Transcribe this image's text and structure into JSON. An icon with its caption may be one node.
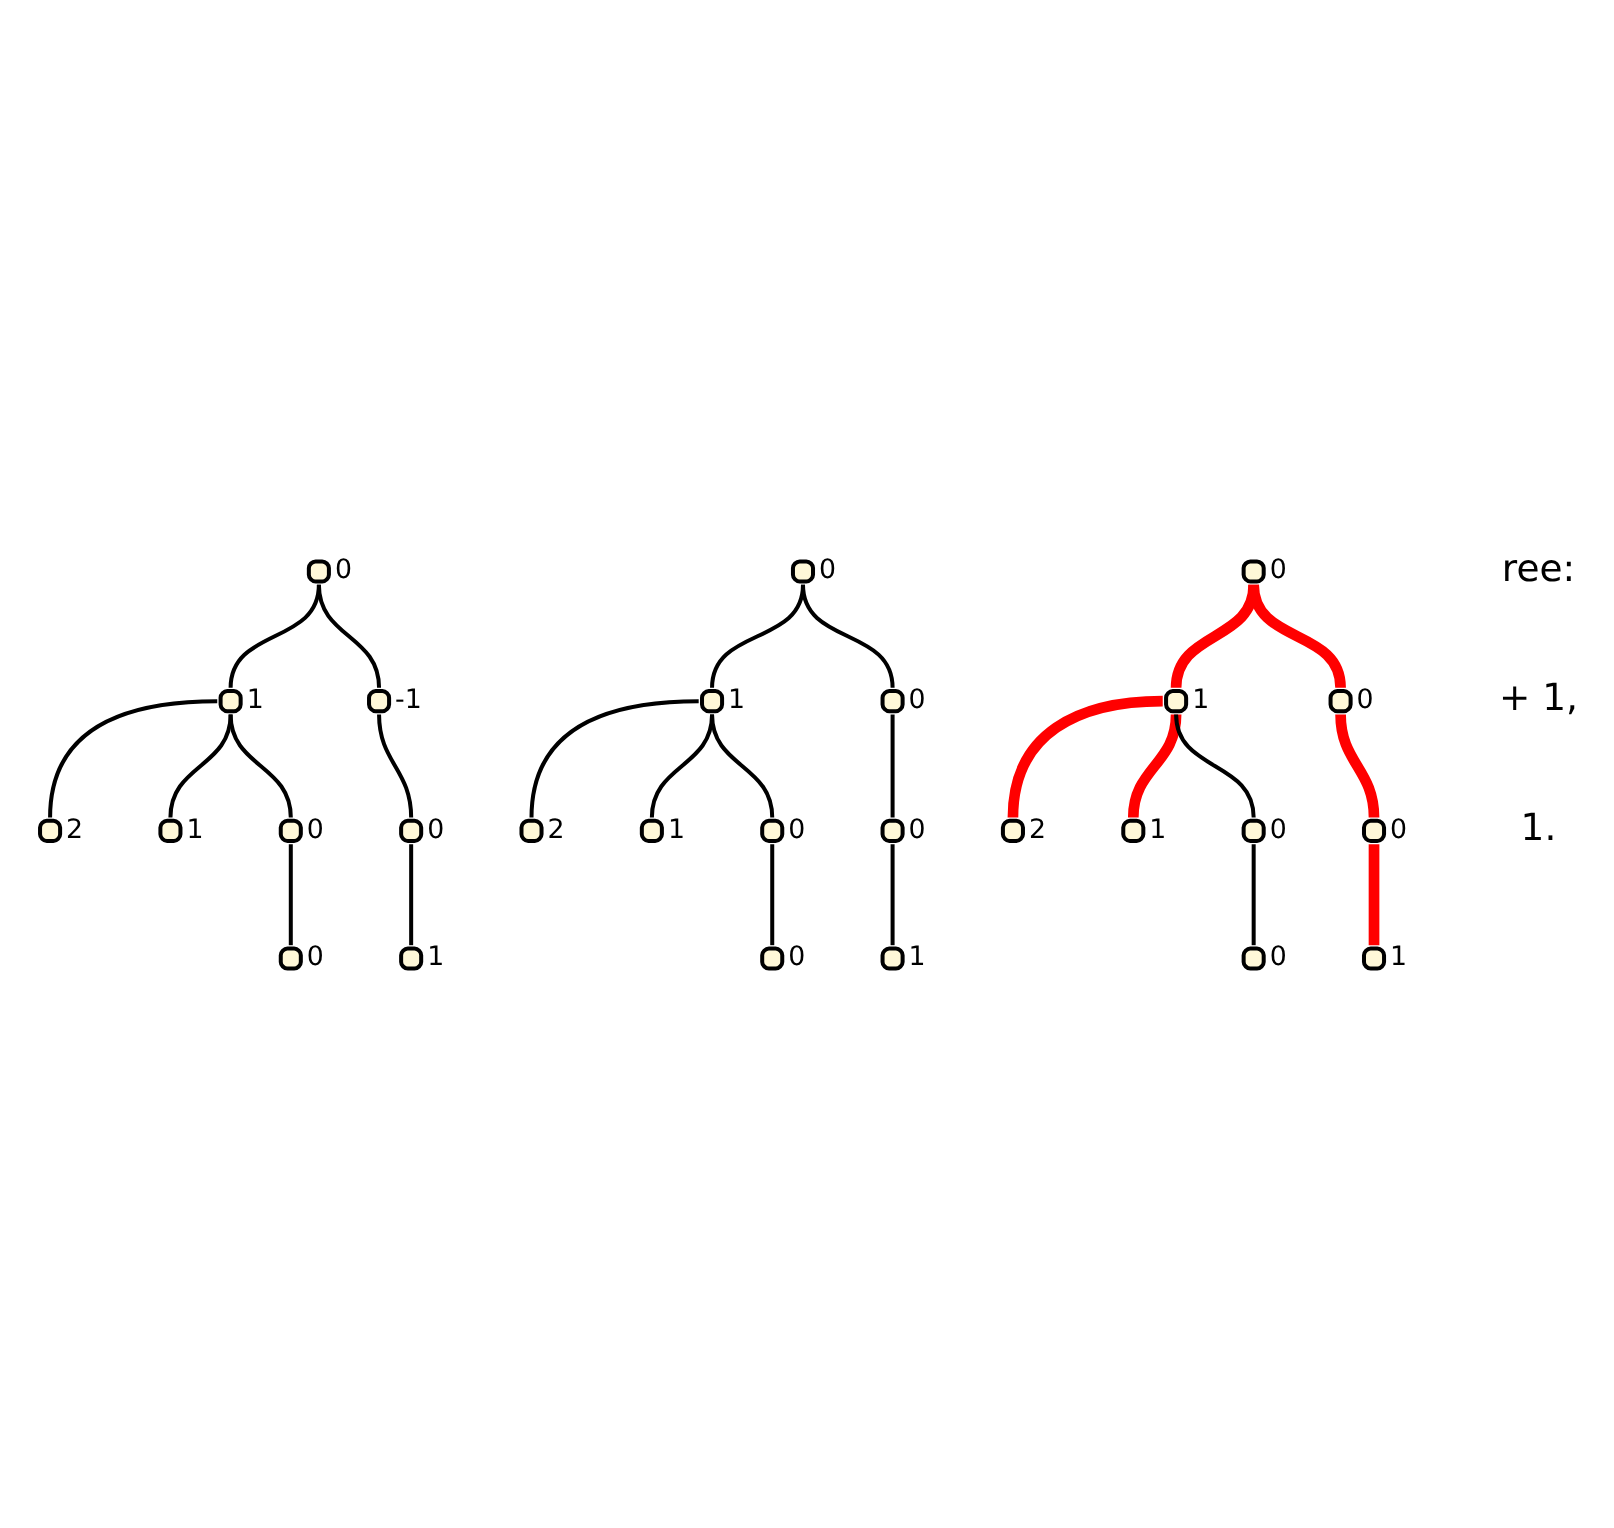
{
  "diagram": {
    "nodes": [
      {
        "text": [],
        "shape": "circle",
        "beside": [
          "0"
        ]
      },
      {
        "text": [],
        "shape": "circle",
        "beside": [
          "1"
        ]
      },
      {
        "text": [],
        "shape": "circle",
        "beside": [
          "-1"
        ]
      },
      {
        "text": [],
        "shape": "circle",
        "beside": [
          "2"
        ]
      },
      {
        "text": [],
        "shape": "circle",
        "beside": [
          "1"
        ]
      },
      {
        "text": [],
        "shape": "circle",
        "beside": [
          "0"
        ]
      },
      {
        "text": [],
        "shape": "circle",
        "beside": [
          "0"
        ]
      },
      {
        "text": [],
        "shape": "circle",
        "beside": [
          "1"
        ]
      },
      {
        "text": [],
        "shape": "circle",
        "beside": [
          "0"
        ]
      },
      {
        "text": [],
        "shape": "circle",
        "beside": [
          "0"
        ]
      },
      {
        "text": [],
        "shape": "circle",
        "beside": [
          "1"
        ]
      },
      {
        "text": [],
        "shape": "circle",
        "beside": [
          "0"
        ]
      },
      {
        "text": [],
        "shape": "circle",
        "beside": [
          "2"
        ]
      },
      {
        "text": [],
        "shape": "circle",
        "beside": [
          "1"
        ]
      },
      {
        "text": [],
        "shape": "circle",
        "beside": [
          "0"
        ]
      },
      {
        "text": [],
        "shape": "circle",
        "beside": [
          "0"
        ]
      },
      {
        "text": [],
        "shape": "circle",
        "beside": [
          "1"
        ]
      },
      {
        "text": [],
        "shape": "circle",
        "beside": [
          "0"
        ]
      },
      {
        "text": [],
        "shape": "circle",
        "beside": [
          "0"
        ]
      },
      {
        "text": [],
        "shape": "circle",
        "beside": [
          "1"
        ]
      },
      {
        "text": [],
        "shape": "circle",
        "beside": [
          "0"
        ]
      },
      {
        "text": [],
        "shape": "circle",
        "beside": [
          "2"
        ]
      },
      {
        "text": [],
        "shape": "circle",
        "beside": [
          "1"
        ]
      },
      {
        "text": [],
        "shape": "circle",
        "beside": [
          "0"
        ]
      },
      {
        "text": [],
        "shape": "circle",
        "beside": [
          "0"
        ]
      },
      {
        "text": [],
        "shape": "circle",
        "beside": [
          "1"
        ]
      },
      {
        "text": [],
        "shape": "circle",
        "beside": [
          "0"
        ]
      }
    ],
    "edges": [
      {
        "from": 0,
        "to": 1,
        "arrow": "none"
      },
      {
        "from": 0,
        "to": 2,
        "arrow": "none"
      },
      {
        "from": 1,
        "to": 3,
        "arrow": "none"
      },
      {
        "from": 1,
        "to": 4,
        "arrow": "none"
      },
      {
        "from": 1,
        "to": 5,
        "arrow": "none"
      },
      {
        "from": 2,
        "to": 6,
        "arrow": "none"
      },
      {
        "from": 6,
        "to": 7,
        "arrow": "none"
      },
      {
        "from": 5,
        "to": 8,
        "arrow": "none"
      },
      {
        "from": 9,
        "to": 10,
        "arrow": "none"
      },
      {
        "from": 9,
        "to": 11,
        "arrow": "none"
      },
      {
        "from": 10,
        "to": 12,
        "arrow": "none"
      },
      {
        "from": 10,
        "to": 13,
        "arrow": "none"
      },
      {
        "from": 10,
        "to": 14,
        "arrow": "none"
      },
      {
        "from": 11,
        "to": 15,
        "arrow": "none"
      },
      {
        "from": 15,
        "to": 16,
        "arrow": "none"
      },
      {
        "from": 14,
        "to": 17,
        "arrow": "none"
      },
      {
        "from": 18,
        "to": 19,
        "arrow": "none",
        "style": "thick",
        "color": "#ff0000"
      },
      {
        "from": 18,
        "to": 20,
        "arrow": "none",
        "style": "thick",
        "color": "#ff0000"
      },
      {
        "from": 19,
        "to": 21,
        "arrow": "none",
        "style": "thick",
        "color": "#ff0000"
      },
      {
        "from": 19,
        "to": 22,
        "arrow": "none",
        "style": "thick",
        "color": "#ff0000"
      },
      {
        "from": 19,
        "to": 23,
        "arrow": "none"
      },
      {
        "from": 20,
        "to": 24,
        "arrow": "none",
        "style": "thick",
        "color": "#ff0000"
      },
      {
        "from": 24,
        "to": 25,
        "arrow": "none",
        "style": "thick",
        "color": "#ff0000"
      },
      {
        "from": 23,
        "to": 26,
        "arrow": "none"
      }
    ],
    "labels": [
      "ree:",
      "+ 1,",
      "1."
    ]
  }
}
